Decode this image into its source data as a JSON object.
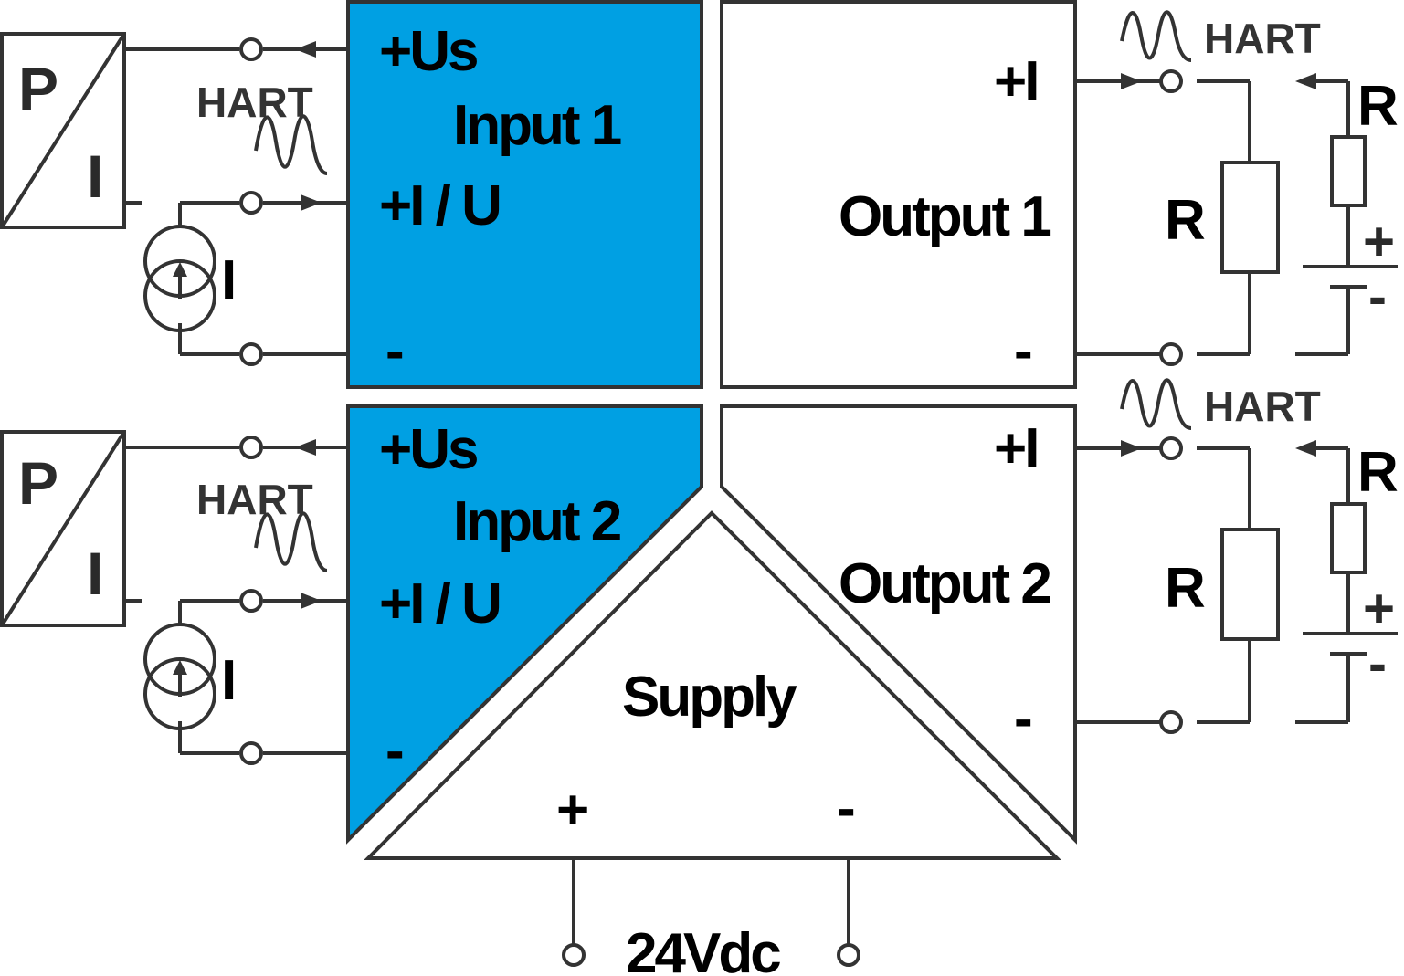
{
  "input1": {
    "us": "+Us",
    "title": "Input 1",
    "iu": "+I / U",
    "minus": "-"
  },
  "input2": {
    "us": "+Us",
    "title": "Input 2",
    "iu": "+I / U",
    "minus": "-"
  },
  "output1": {
    "plus_i": "+I",
    "title": "Output 1",
    "minus": "-"
  },
  "output2": {
    "plus_i": "+I",
    "title": "Output 2",
    "minus": "-"
  },
  "supply": {
    "title": "Supply",
    "plus": "+",
    "minus": "-",
    "voltage": "24Vdc"
  },
  "transmitter": {
    "p": "P",
    "i": "I"
  },
  "hart": "HART",
  "current_source": "I",
  "resistor": "R",
  "battery": {
    "plus": "+",
    "minus": "-"
  },
  "colors": {
    "input_fill": "#00A0E3",
    "stroke": "#333333",
    "background": "#ffffff"
  }
}
